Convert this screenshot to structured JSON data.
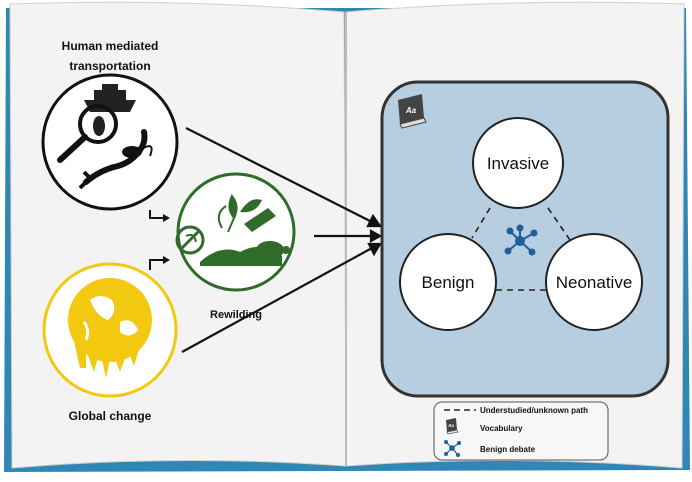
{
  "colors": {
    "book_cover": "#2f87b6",
    "page": "#f1f1f1",
    "panel": "#b7cde0",
    "rewilding_green": "#2f6b2a",
    "global_yellow": "#f2c811",
    "network_blue": "#1f5f9a"
  },
  "sources": {
    "human_mediated": "Human mediated transportation",
    "human_mediated_line1": "Human mediated",
    "human_mediated_line2": "transportation",
    "rewilding": "Rewilding",
    "global_change": "Global change"
  },
  "nodes": {
    "invasive": "Invasive",
    "benign": "Benign",
    "neonative": "Neonative"
  },
  "legend": {
    "dashed_label": "Understudied/unknown path",
    "vocabulary_label": "Vocabulary",
    "debate_label": "Benign debate"
  },
  "icons": {
    "vocabulary": "book-icon",
    "debate": "network-icon",
    "human": "ship-magnifier-lobster-icon",
    "rewilding": "plant-hand-tortoise-icon",
    "global": "melting-globe-icon"
  }
}
